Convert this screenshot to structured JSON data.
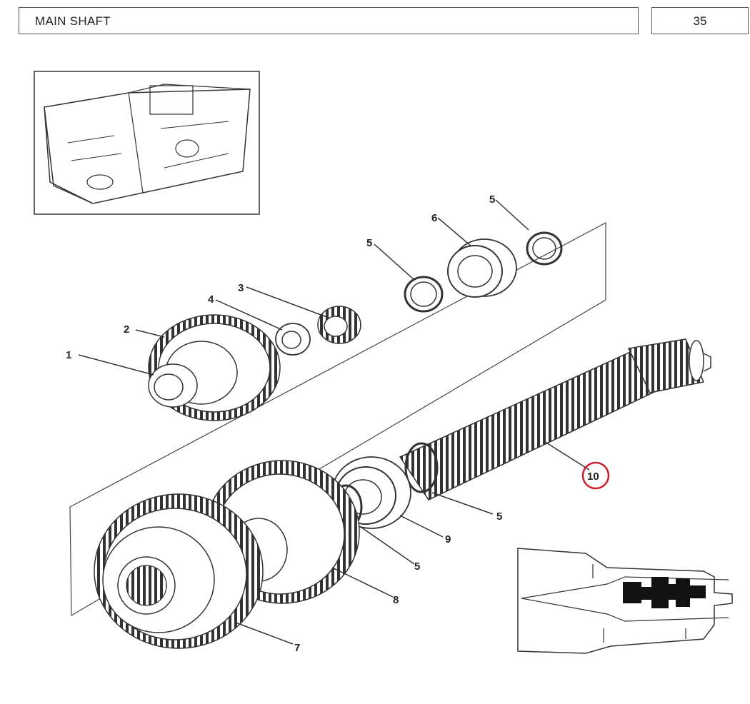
{
  "header": {
    "title": "MAIN SHAFT",
    "page_number": "35"
  },
  "callouts": [
    {
      "id": "c1",
      "label": "1"
    },
    {
      "id": "c2",
      "label": "2"
    },
    {
      "id": "c3",
      "label": "3"
    },
    {
      "id": "c4",
      "label": "4"
    },
    {
      "id": "c5a",
      "label": "5"
    },
    {
      "id": "c6",
      "label": "6"
    },
    {
      "id": "c5b",
      "label": "5"
    },
    {
      "id": "c10",
      "label": "10"
    },
    {
      "id": "c5c",
      "label": "5"
    },
    {
      "id": "c9",
      "label": "9"
    },
    {
      "id": "c5d",
      "label": "5"
    },
    {
      "id": "c8",
      "label": "8"
    },
    {
      "id": "c7",
      "label": "7"
    }
  ],
  "highlight": {
    "target": "10",
    "color": "#cc1f2a"
  },
  "colors": {
    "line": "#333333",
    "shade": "#111111"
  }
}
